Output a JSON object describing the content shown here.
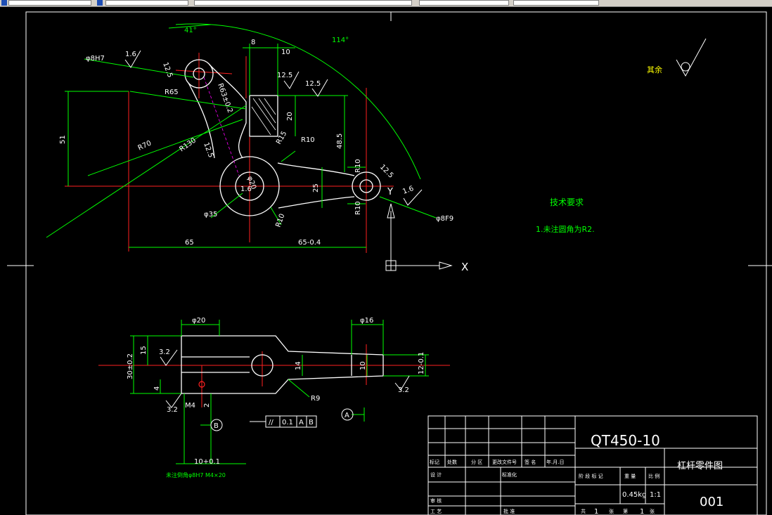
{
  "drawing": {
    "top_view": {
      "angle_41": "41°",
      "angle_114": "114°",
      "dim_8": "8",
      "dim_10": "10",
      "hole_phi8h7": "φ8H7",
      "rough_1_6a": "1.6",
      "rough_12_5a": "12.5",
      "rough_12_5b": "12.5",
      "rough_12_5c": "12.5",
      "rough_12_5d": "12.5",
      "r65": "R65",
      "r63": "R63±0.2",
      "r70": "R70",
      "r130": "R130",
      "r10a": "R10",
      "r10b": "R10",
      "r10c": "R10",
      "r10d": "R10",
      "r15": "R15",
      "dim_51": "51",
      "dim_20": "20",
      "dim_48_5": "48.5",
      "dim_25": "25",
      "dim_65": "65",
      "dim_65_tol": "65-0.4",
      "phi35": "φ35",
      "phi20": "φ20",
      "phi8f9": "φ8F9",
      "rough_1_6b": "1.6",
      "rough_1_6c": "1.6",
      "rough_12_5e": "12.5",
      "axis_y": "Y",
      "axis_x": "X"
    },
    "notes": {
      "remaining": "其余",
      "tech_title": "技术要求",
      "tech_item": "1.未注圆角为R2."
    },
    "front_view": {
      "phi20": "φ20",
      "phi16": "φ16",
      "dim_30": "30±0.2",
      "dim_15": "15",
      "dim_4": "4",
      "dim_14": "14",
      "dim_10": "10",
      "dim_12": "12-0.1",
      "dim_2": "2",
      "m4": "M4",
      "r9": "R9",
      "rough_3_2a": "3.2",
      "rough_3_2b": "3.2",
      "rough_3_2c": "3.2",
      "datum_b": "B",
      "datum_a": "A",
      "tol_sym": "//",
      "tol_val": "0.1",
      "tol_a": "A",
      "tol_b": "B",
      "dim_10_tol": "10+0.1",
      "note_hole": "未注倒角φ8H7 M4×20"
    },
    "title_block": {
      "material": "QT450-10",
      "part_name": "杠杆零件图",
      "drawing_no": "001",
      "weight": "0.45kg",
      "scale": "1:1",
      "mark": "标记",
      "count": "处数",
      "zone": "分 区",
      "change_doc": "更改文件号",
      "sign": "签 名",
      "date": "年.月.日",
      "design": "设 计",
      "standardize": "标准化",
      "stage_mark": "阶 段 标 记",
      "weight_label": "重 量",
      "scale_label": "比 例",
      "review": "审 核",
      "process": "工 艺",
      "approve": "批 准",
      "total": "共",
      "total_n": "1",
      "sheet": "张",
      "page": "第",
      "page_n": "1",
      "sheet2": "张"
    }
  }
}
